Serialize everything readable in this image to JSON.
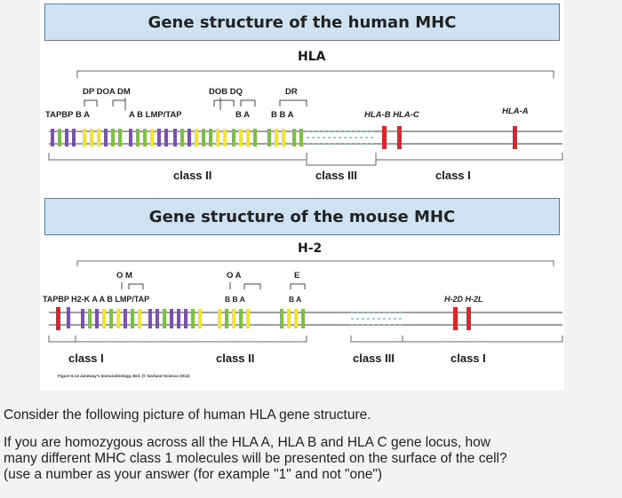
{
  "human": {
    "title": "Gene structure of the human MHC",
    "locus": "HLA",
    "labels": {
      "dp_doa_dm": "DP DOA DM",
      "dob_dq": "DOB DQ",
      "dr": "DR",
      "tapbp": "TAPBP B A",
      "ab_lmp": "A B LMP/TAP",
      "ba_dq": "B A",
      "ba_dr": "B B A",
      "hla_b_c": "HLA-B HLA-C",
      "hla_a": "HLA-A"
    },
    "classes": {
      "class2": "class II",
      "class3": "class III",
      "class1": "class I"
    }
  },
  "mouse": {
    "title": "Gene structure of the mouse MHC",
    "locus": "H-2",
    "labels": {
      "om": "O M",
      "oa": "O A",
      "e": "E",
      "tapbp": "TAPBP H2-K A A B LMP/TAP",
      "bba": "B B A",
      "ba": "B A",
      "h2d": "H-2D H-2L"
    },
    "classes": {
      "class1_left": "class I",
      "class2": "class II",
      "class3": "class III",
      "class1_right": "class I"
    }
  },
  "figure_caption": "Figure 6.14 Janeway's Immunobiology, 8ed. (© Garland Science 2012)",
  "question": {
    "line1": "Consider the following picture of human HLA gene structure.",
    "line2": "If you are homozygous across all the HLA A, HLA B and HLA C gene locus, how",
    "line3": "many different MHC class 1 molecules will be presented on the surface of the cell?",
    "line4": "(use a number as your answer (for example \"1\" and not \"one\")"
  },
  "colors": {
    "header_bg": "#cfe2f1",
    "class2_purple": "#7b4fb8",
    "class2_green": "#7ac142",
    "class2_yellow": "#f1e33b",
    "class3_teal": "#6fc4c2",
    "class1_red": "#d9262c"
  }
}
